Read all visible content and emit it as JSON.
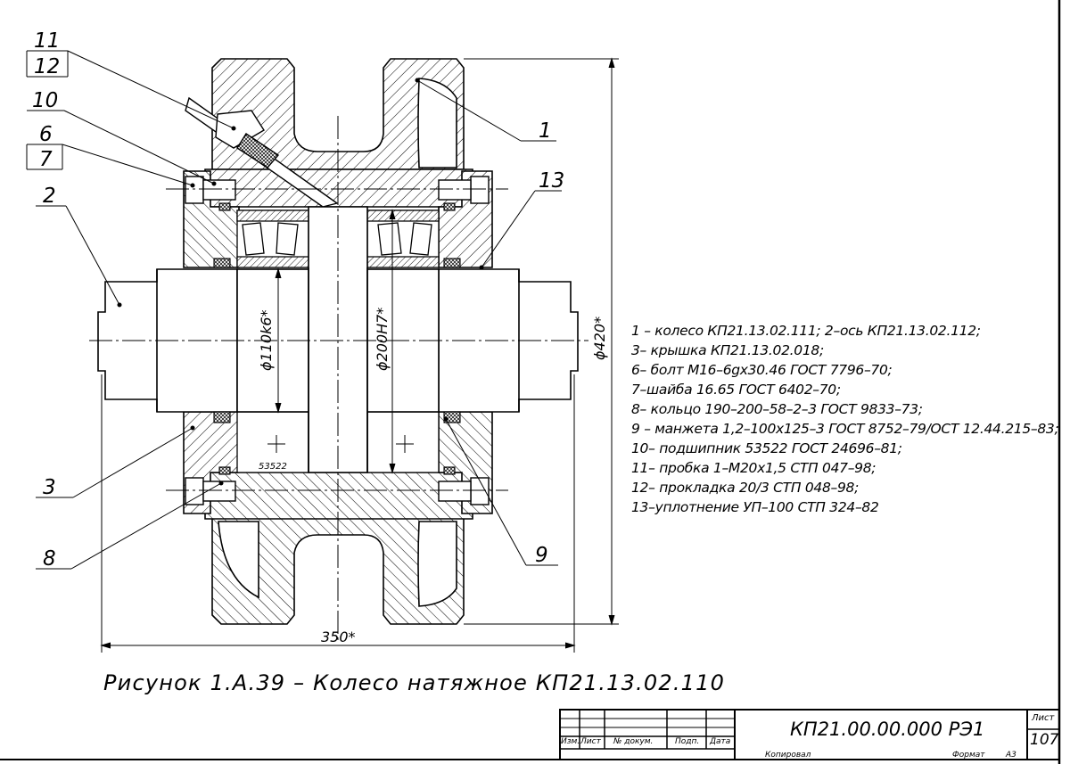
{
  "callouts": {
    "c11": "11",
    "c12": "12",
    "c10": "10",
    "c6": "6",
    "c7": "7",
    "c2": "2",
    "c1": "1",
    "c13": "13",
    "c3": "3",
    "c8": "8",
    "c9": "9"
  },
  "dimensions": {
    "shaft_dia": "ϕ110k6*",
    "bore_dia": "ϕ200H7*",
    "outer_dia": "ϕ420*",
    "width": "350*",
    "bearing_mark": "53522"
  },
  "legend": [
    "1 – колесо КП21.13.02.111; 2–ось КП21.13.02.112;",
    "3– крышка КП21.13.02.018;",
    "6– болт М16–6gх30.46 ГОСТ 7796–70;",
    "7–шайба 16.65 ГОСТ 6402–70;",
    "8– кольцо 190–200–58–2–3 ГОСТ 9833–73;",
    "9 – манжета 1,2–100х125–3 ГОСТ 8752–79/ОСТ 12.44.215–83;",
    "10– подшипник 53522 ГОСТ 24696–81;",
    "11– пробка 1–М20х1,5 СТП 047–98;",
    "12– прокладка 20/3 СТП 048–98;",
    "13–уплотнение УП–100 СТП 324–82"
  ],
  "caption": "Рисунок 1.А.39 – Колесо натяжное КП21.13.02.110",
  "title_block": {
    "col_izm": "Изм.",
    "col_list": "Лист",
    "col_doc": "№ докум.",
    "col_sign": "Подп.",
    "col_date": "Дата",
    "designation": "КП21.00.00.000 РЭ1",
    "sheet_label": "Лист",
    "sheet_number": "107",
    "copied": "Копировал",
    "format_label": "Формат",
    "format_value": "А3"
  }
}
